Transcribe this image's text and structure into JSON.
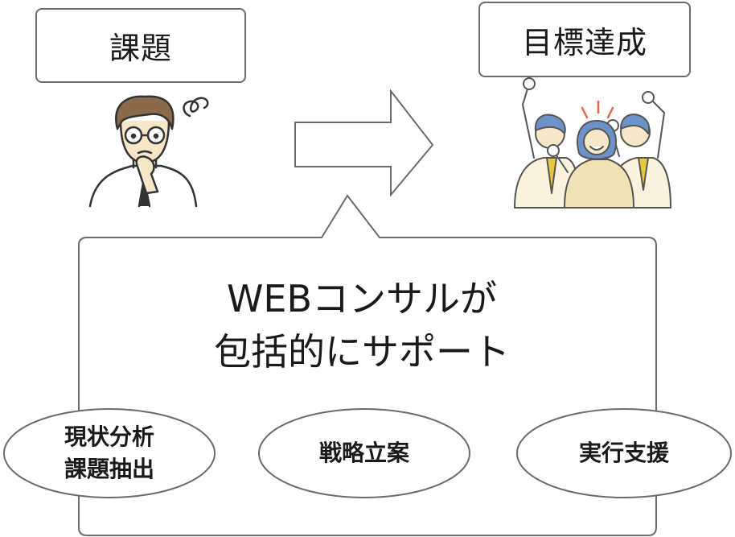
{
  "top": {
    "problem_label": "課題",
    "goal_label": "目標達成"
  },
  "callout": {
    "line1": "WEBコンサルが",
    "line2": "包括的にサポート"
  },
  "pillars": [
    {
      "line1": "現状分析",
      "line2": "課題抽出"
    },
    {
      "line1": "戦略立案",
      "line2": ""
    },
    {
      "line1": "実行支援",
      "line2": ""
    }
  ],
  "icons": {
    "problem": "worried-man-icon",
    "arrow": "right-arrow-icon",
    "goal": "cheering-team-icon"
  },
  "colors": {
    "stroke": "#6b6b6b",
    "skin": "#f6e7c9",
    "hair": "#8a6a4a",
    "blue_hair": "#6c93c9",
    "tie": "#e8c840",
    "accent": "#e06a4a",
    "dots": "#efe3b6"
  }
}
